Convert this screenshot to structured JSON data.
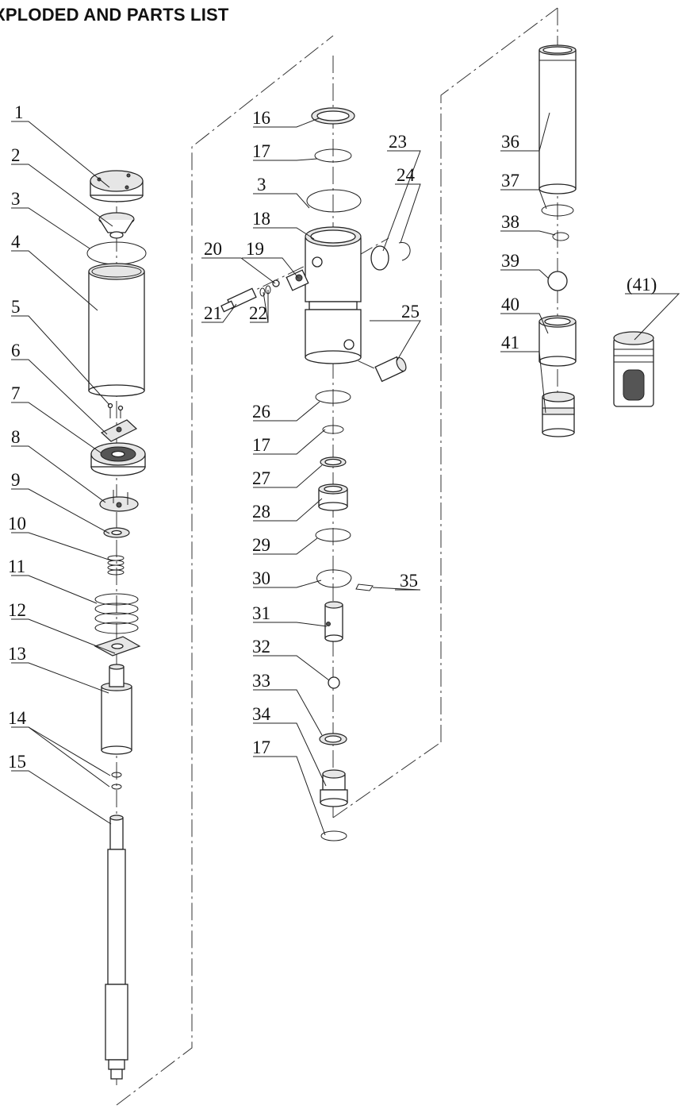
{
  "title": "XPLODED AND PARTS LIST",
  "labels": [
    "1",
    "2",
    "3",
    "4",
    "5",
    "6",
    "7",
    "8",
    "9",
    "10",
    "11",
    "12",
    "13",
    "14",
    "15",
    "16",
    "17",
    "3",
    "18",
    "19",
    "20",
    "21",
    "22",
    "23",
    "24",
    "25",
    "26",
    "17",
    "27",
    "28",
    "29",
    "30",
    "31",
    "35",
    "32",
    "33",
    "34",
    "17",
    "36",
    "37",
    "38",
    "39",
    "40",
    "41",
    "(41)"
  ]
}
